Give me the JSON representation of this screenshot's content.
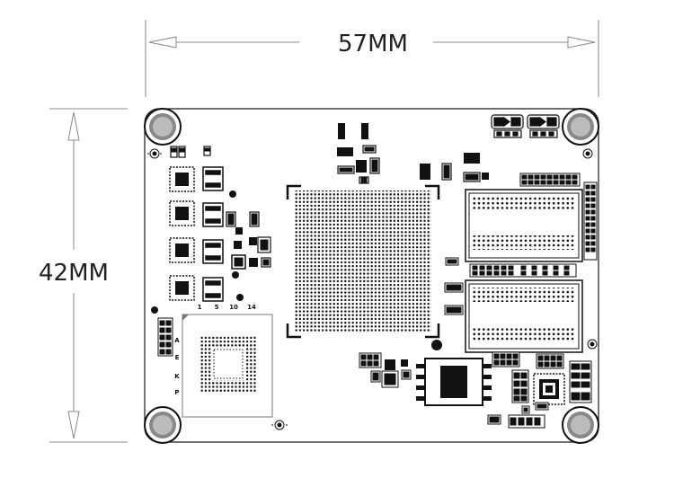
{
  "dimensions": {
    "width_label": "57MM",
    "height_label": "42MM"
  },
  "bga_labels": {
    "columns": [
      "1",
      "5",
      "10",
      "14"
    ],
    "rows": [
      "A",
      "E",
      "K",
      "P"
    ]
  },
  "colors": {
    "line": "#1a1a1a",
    "dimension_line": "#888888",
    "fill_dark": "#111111",
    "hole_outer": "#888888",
    "hole_inner": "#b8b8b8"
  }
}
